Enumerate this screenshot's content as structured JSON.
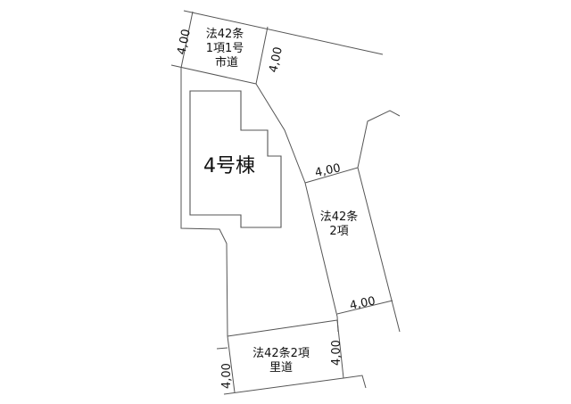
{
  "building": {
    "label": "4号棟"
  },
  "roads": [
    {
      "id": "road-top",
      "lines": [
        "法42条",
        "1項1号",
        "市道"
      ],
      "width_left": "4,00",
      "width_right": "4,00"
    },
    {
      "id": "road-right",
      "lines": [
        "法42条",
        "2項"
      ],
      "width_top": "4,00",
      "width_bottom": "4,00"
    },
    {
      "id": "road-bottom",
      "lines": [
        "法42条2項",
        "里道"
      ],
      "width_left": "4,00",
      "width_right": "4,00"
    }
  ],
  "colors": {
    "line": "#555555",
    "text": "#111111",
    "background": "#ffffff"
  }
}
